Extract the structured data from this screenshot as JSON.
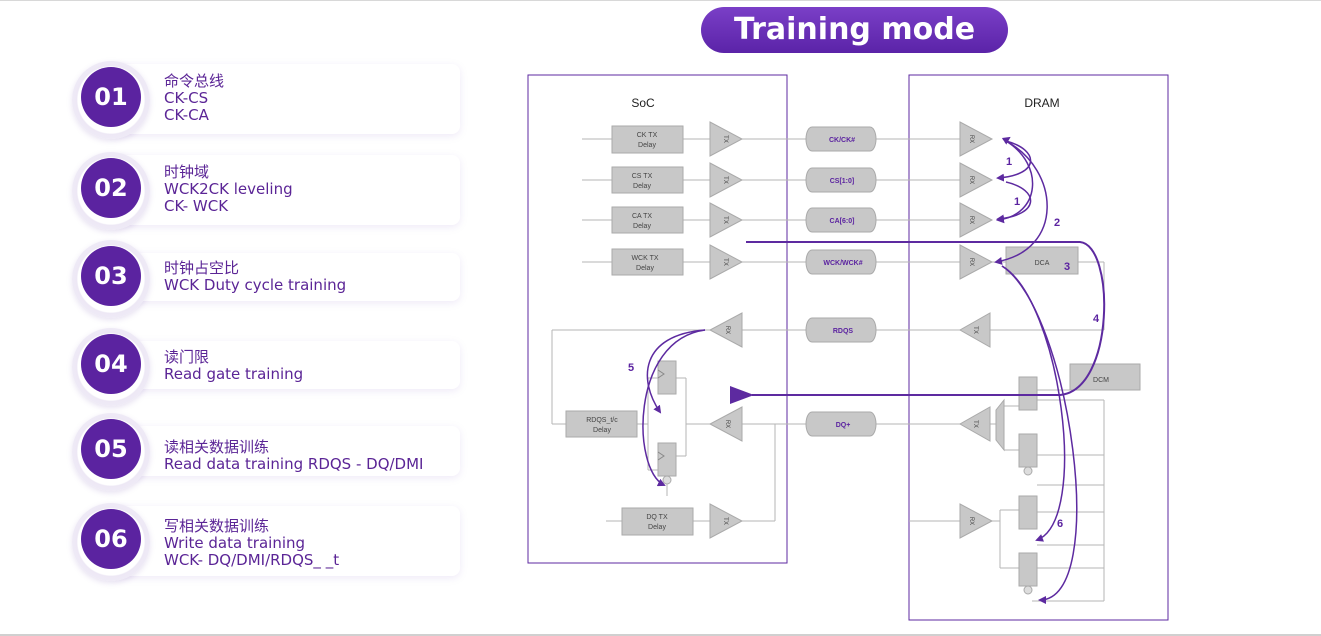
{
  "title": "Training mode",
  "steps": [
    {
      "num": "01",
      "lines": [
        "命令总线",
        "CK-CS",
        "CK-CA"
      ]
    },
    {
      "num": "02",
      "lines": [
        "时钟域",
        "WCK2CK leveling",
        "CK- WCK"
      ]
    },
    {
      "num": "03",
      "lines": [
        "时钟占空比",
        "WCK Duty cycle training"
      ]
    },
    {
      "num": "04",
      "lines": [
        "读门限",
        "Read gate training"
      ]
    },
    {
      "num": "05",
      "lines": [
        "读相关数据训练",
        "Read data training RDQS - DQ/DMI"
      ]
    },
    {
      "num": "06",
      "lines": [
        "写相关数据训练",
        "Write data training",
        "WCK- DQ/DMI/RDQS_ _t"
      ]
    }
  ],
  "diagram": {
    "soc_label": "SoC",
    "dram_label": "DRAM",
    "delay_blocks": [
      {
        "line1": "CK TX",
        "line2": "Delay"
      },
      {
        "line1": "CS TX",
        "line2": "Delay"
      },
      {
        "line1": "CA TX",
        "line2": "Delay"
      },
      {
        "line1": "WCK TX",
        "line2": "Delay"
      },
      {
        "line1": "RDQS_t/c",
        "line2": "Delay"
      },
      {
        "line1": "DQ TX",
        "line2": "Delay"
      }
    ],
    "signals": [
      "CK/CK#",
      "CS[1:0]",
      "CA[6:0]",
      "WCK/WCK#",
      "RDQS",
      "DQ+"
    ],
    "tx_label": "TX",
    "rx_label": "RX",
    "dca_label": "DCA",
    "dcm_label": "DCM",
    "markers": [
      "1",
      "1",
      "2",
      "3",
      "4",
      "5",
      "6"
    ]
  },
  "colors": {
    "accent": "#5b23a0",
    "arrow": "#5d2aa0",
    "gray_block": "#c8c8c8",
    "line": "#b5b5b5"
  }
}
